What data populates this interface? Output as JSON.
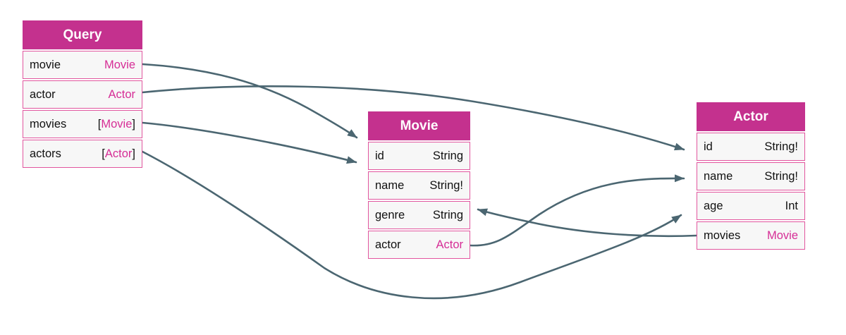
{
  "diagram": {
    "tables": [
      {
        "id": "query",
        "title": "Query",
        "fields": [
          {
            "name": "movie",
            "type": {
              "prefix": "",
              "core": "Movie",
              "suffix": "",
              "is_link": true
            }
          },
          {
            "name": "actor",
            "type": {
              "prefix": "",
              "core": "Actor",
              "suffix": "",
              "is_link": true
            }
          },
          {
            "name": "movies",
            "type": {
              "prefix": "[",
              "core": "Movie",
              "suffix": "]",
              "is_link": true
            }
          },
          {
            "name": "actors",
            "type": {
              "prefix": "[",
              "core": "Actor",
              "suffix": "]",
              "is_link": true
            }
          }
        ]
      },
      {
        "id": "movie",
        "title": "Movie",
        "fields": [
          {
            "name": "id",
            "type": {
              "prefix": "",
              "core": "String",
              "suffix": "",
              "is_link": false
            }
          },
          {
            "name": "name",
            "type": {
              "prefix": "",
              "core": "String!",
              "suffix": "",
              "is_link": false
            }
          },
          {
            "name": "genre",
            "type": {
              "prefix": "",
              "core": "String",
              "suffix": "",
              "is_link": false
            }
          },
          {
            "name": "actor",
            "type": {
              "prefix": "",
              "core": "Actor",
              "suffix": "",
              "is_link": true
            }
          }
        ]
      },
      {
        "id": "actor",
        "title": "Actor",
        "fields": [
          {
            "name": "id",
            "type": {
              "prefix": "",
              "core": "String!",
              "suffix": "",
              "is_link": false
            }
          },
          {
            "name": "name",
            "type": {
              "prefix": "",
              "core": "String!",
              "suffix": "",
              "is_link": false
            }
          },
          {
            "name": "age",
            "type": {
              "prefix": "",
              "core": "Int",
              "suffix": "",
              "is_link": false
            }
          },
          {
            "name": "movies",
            "type": {
              "prefix": "",
              "core": "Movie",
              "suffix": "",
              "is_link": true
            }
          }
        ]
      }
    ],
    "edges": [
      {
        "from": "query.movie",
        "to": "movie"
      },
      {
        "from": "query.actor",
        "to": "actor"
      },
      {
        "from": "query.movies",
        "to": "movie"
      },
      {
        "from": "query.actors",
        "to": "actor"
      },
      {
        "from": "movie.actor",
        "to": "actor"
      },
      {
        "from": "actor.movies",
        "to": "movie"
      }
    ],
    "colors": {
      "header_bg": "#c4318e",
      "header_text": "#ffffff",
      "row_bg": "#f7f7f7",
      "row_border": "#e2569f",
      "field_text": "#111111",
      "link_text": "#d62e96",
      "edge": "#4b6671"
    }
  }
}
